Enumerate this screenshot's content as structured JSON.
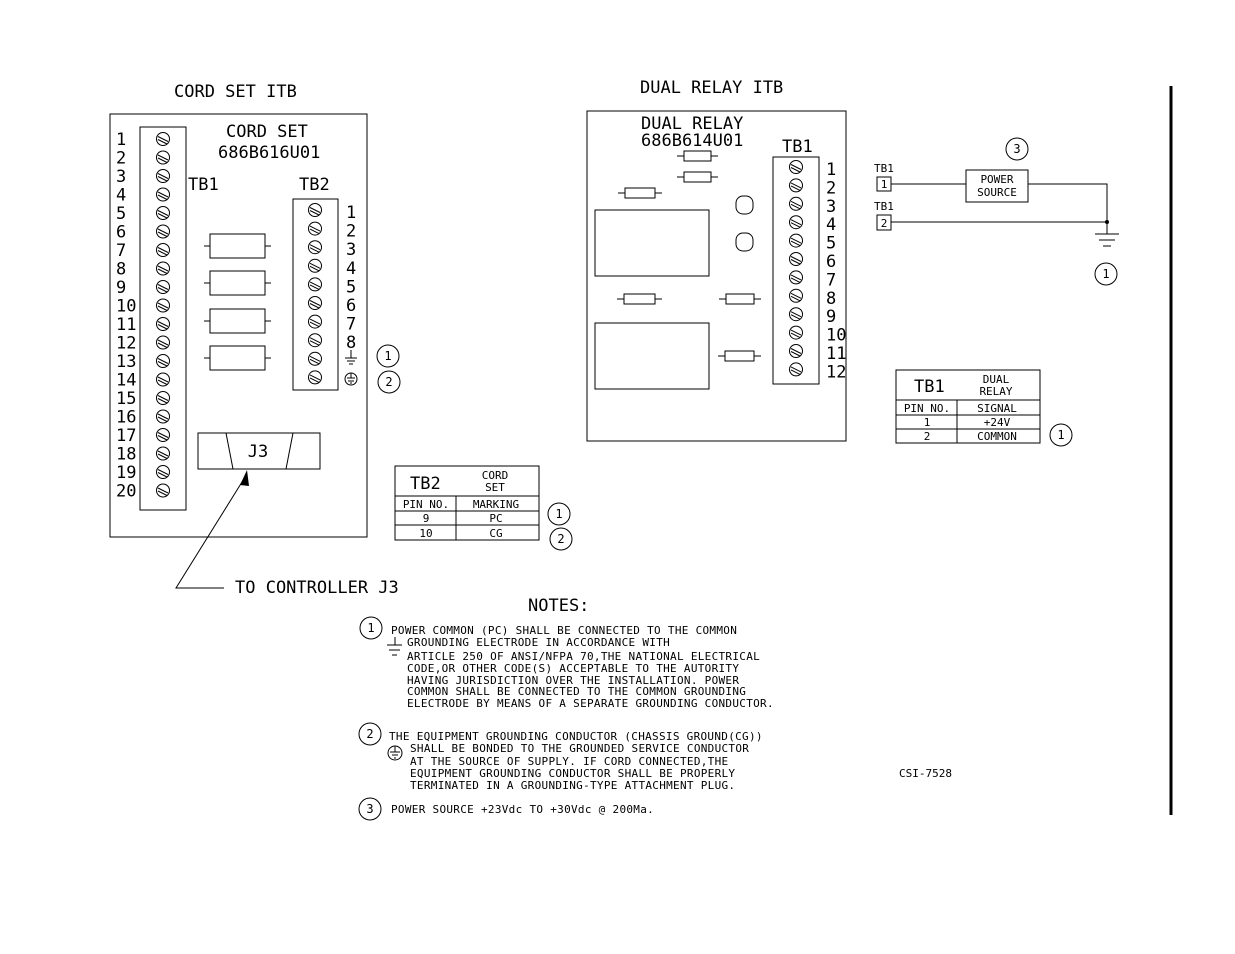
{
  "cord_set_itb": {
    "title": "CORD SET ITB",
    "board_name": "CORD SET",
    "board_part": "686B616U01",
    "tb1_label": "TB1",
    "tb2_label": "TB2",
    "tb1_pins": [
      "1",
      "2",
      "3",
      "4",
      "5",
      "6",
      "7",
      "8",
      "9",
      "10",
      "11",
      "12",
      "13",
      "14",
      "15",
      "16",
      "17",
      "18",
      "19",
      "20"
    ],
    "tb2_pins": [
      "1",
      "2",
      "3",
      "4",
      "5",
      "6",
      "7",
      "8"
    ],
    "connector_label": "J3",
    "note_ref_1": "1",
    "note_ref_2": "2",
    "callout": "TO CONTROLLER J3"
  },
  "tb2_table": {
    "col1_header": "TB2",
    "col2_header_line1": "CORD",
    "col2_header_line2": "SET",
    "sub1": "PIN NO.",
    "sub2": "MARKING",
    "rows": [
      {
        "pin": "9",
        "marking": "PC",
        "note": "1"
      },
      {
        "pin": "10",
        "marking": "CG",
        "note": "2"
      }
    ]
  },
  "dual_relay_itb": {
    "title": "DUAL RELAY ITB",
    "board_name": "DUAL RELAY",
    "board_part": "686B614U01",
    "tb1_label": "TB1",
    "tb1_pins": [
      "1",
      "2",
      "3",
      "4",
      "5",
      "6",
      "7",
      "8",
      "9",
      "10",
      "11",
      "12"
    ]
  },
  "power_wiring": {
    "note_ref_3": "3",
    "tb1_label_top": "TB1",
    "tb1_pin_top": "1",
    "tb1_label_bottom": "TB1",
    "tb1_pin_bottom": "2",
    "source_line1": "POWER",
    "source_line2": "SOURCE",
    "note_ref_1": "1"
  },
  "tb1_table": {
    "col1_header": "TB1",
    "col2_header_line1": "DUAL",
    "col2_header_line2": "RELAY",
    "sub1": "PIN NO.",
    "sub2": "SIGNAL",
    "rows": [
      {
        "pin": "1",
        "signal": "+24V"
      },
      {
        "pin": "2",
        "signal": "COMMON"
      }
    ],
    "note_ref": "1"
  },
  "notes": {
    "title": "NOTES:",
    "note1": {
      "num": "1",
      "lines": [
        "POWER COMMON (PC) SHALL BE CONNECTED TO THE COMMON",
        "GROUNDING ELECTRODE IN ACCORDANCE WITH",
        "ARTICLE 250 OF ANSI/NFPA 70,THE NATIONAL ELECTRICAL",
        "CODE,OR OTHER CODE(S) ACCEPTABLE TO THE AUTORITY",
        "HAVING JURISDICTION OVER THE INSTALLATION. POWER",
        "COMMON SHALL BE CONNECTED TO THE COMMON GROUNDING",
        "ELECTRODE BY MEANS OF A SEPARATE GROUNDING CONDUCTOR."
      ]
    },
    "note2": {
      "num": "2",
      "lines": [
        "THE EQUIPMENT GROUNDING CONDUCTOR (CHASSIS GROUND(CG))",
        "SHALL BE BONDED TO THE GROUNDED SERVICE CONDUCTOR",
        "AT THE SOURCE OF SUPPLY. IF CORD CONNECTED,THE",
        "EQUIPMENT GROUNDING CONDUCTOR SHALL BE PROPERLY",
        "TERMINATED IN A GROUNDING-TYPE ATTACHMENT PLUG."
      ]
    },
    "note3": {
      "num": "3",
      "text": "POWER SOURCE +23Vdc TO +30Vdc @ 200Ma."
    },
    "drawing_number": "CSI-7528"
  }
}
